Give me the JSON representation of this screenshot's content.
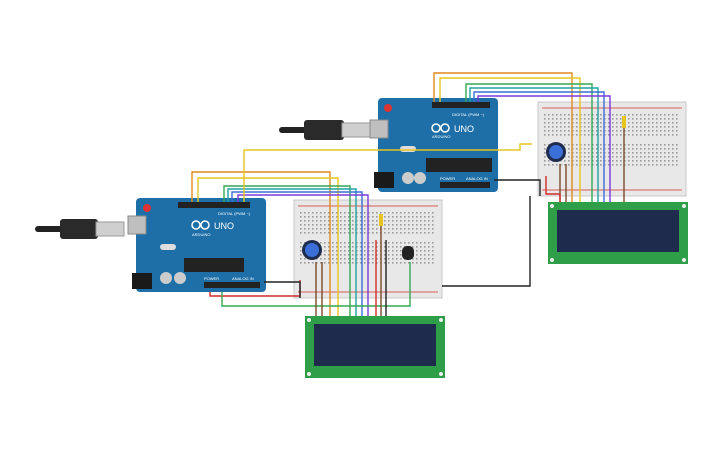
{
  "boards": [
    {
      "model_label": "UNO",
      "brand_label": "ARDUINO",
      "header_label": "DIGITAL (PWM ~)",
      "power_label": "POWER",
      "analog_label": "ANALOG IN"
    },
    {
      "model_label": "UNO",
      "brand_label": "ARDUINO",
      "header_label": "DIGITAL (PWM ~)",
      "power_label": "POWER",
      "analog_label": "ANALOG IN"
    }
  ],
  "colors": {
    "board": "#1e6fa8",
    "board_dark": "#175a8a",
    "lcd_pcb": "#2f9e48",
    "lcd_screen": "#1f2b4c",
    "breadboard": "#e8e8e8",
    "wire_orange": "#e08a1e",
    "wire_yellow": "#e6c51e",
    "wire_green": "#34a853",
    "wire_teal": "#1ea3a3",
    "wire_blue": "#3b6fd8",
    "wire_purple": "#7a3bd8",
    "wire_red": "#d22b2b",
    "wire_black": "#222222",
    "wire_brown": "#7a4a2a"
  },
  "components": [
    "usb-cable",
    "arduino-uno",
    "breadboard",
    "potentiometer",
    "temperature-sensor",
    "resistor",
    "lcd-16x2"
  ]
}
